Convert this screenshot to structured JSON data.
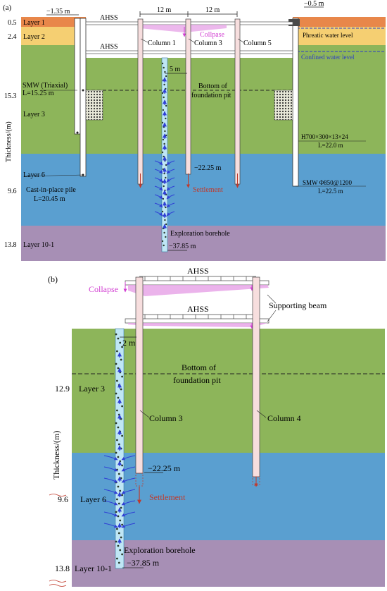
{
  "colors": {
    "layer1": "#e8874a",
    "layer2": "#f5cf72",
    "layer3": "#8db55a",
    "layer6": "#5a9fd0",
    "layer10": "#a78fb5",
    "collapse": "#d23fd2",
    "settlement": "#c0392b",
    "water_line": "#2c3cc8",
    "flow_arrow": "#2f3fd5",
    "pile_fill": "#f7dede",
    "borehole_fill": "#bfe6f5"
  },
  "panel_a": {
    "tag": "(a)",
    "thickness_label": "Thickness/(m)",
    "layer_thicknesses": [
      "0.5",
      "2.4",
      "15.3",
      "9.6",
      "13.8"
    ],
    "layer_names": [
      "Layer 1",
      "Layer 2",
      "Layer 3",
      "Layer 6",
      "Layer 10-1"
    ],
    "left_top_level": "−1.35 m",
    "right_top_level": "−0.5 m",
    "ahss_top": "AHSS",
    "ahss_lower": "AHSS",
    "span_left": "12 m",
    "span_right": "12 m",
    "collapse": "Collpase",
    "columns": [
      "Column 1",
      "Column 3",
      "Column 5"
    ],
    "offset": "5 m",
    "phreatic": "Phreatic water level",
    "confined": "Confined water level",
    "bottom_pit_1": "Bottom of",
    "bottom_pit_2": "foundation pit",
    "smw_left_1": "SMW (Triaxial)",
    "smw_left_2": "L=15.25 m",
    "steel_1": "H700×300×13×24",
    "steel_2": "L=22.0 m",
    "column_tip": "−22.25 m",
    "settlement": "Settlement",
    "pile_1": "Cast-in-place pile",
    "pile_2": "L=20.45 m",
    "smw_right_1": "SMW Φ850@1200",
    "smw_right_2": "L=22.5 m",
    "borehole": "Exploration borehole",
    "borehole_depth": "−37.85 m"
  },
  "panel_b": {
    "tag": "(b)",
    "thickness_label": "Thickness/(m)",
    "layer_thicknesses": [
      "12.9",
      "9.6",
      "13.8"
    ],
    "layer_names": [
      "Layer 3",
      "Layer 6",
      "Layer 10-1"
    ],
    "ahss_top": "AHSS",
    "ahss_lower": "AHSS",
    "collapse": "Collapse",
    "supporting_beam": "Supporting beam",
    "offset": "2 m",
    "bottom_pit_1": "Bottom of",
    "bottom_pit_2": "foundation pit",
    "columns": [
      "Column 3",
      "Column 4"
    ],
    "column_tip": "−22.25 m",
    "settlement": "Settlement",
    "borehole": "Exploration borehole",
    "borehole_depth": "−37.85 m"
  }
}
